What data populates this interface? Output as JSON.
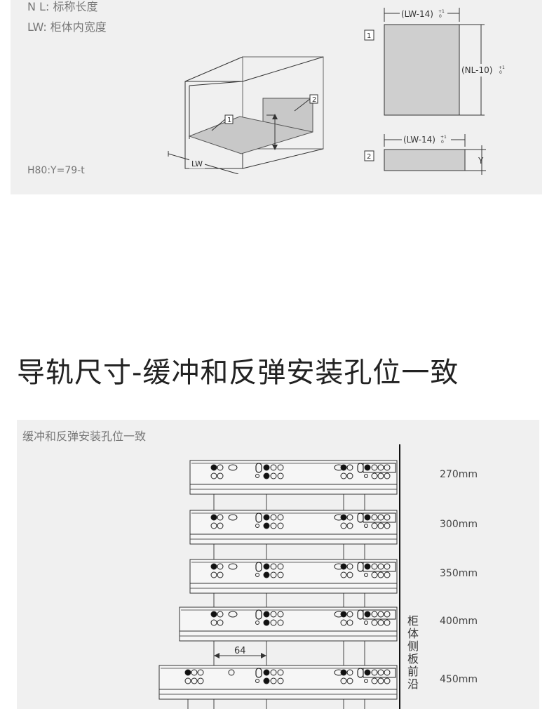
{
  "legend": {
    "nl": "N L: 标称长度",
    "lw": "LW: 柜体内宽度"
  },
  "formula": "H80:Y=79-t",
  "box_diagram": {
    "lw_label": "LW",
    "part1_label": "1",
    "part2_label": "2"
  },
  "panel1": {
    "number": "1",
    "width_label": "(LW-14)",
    "height_label": "(NL-10)",
    "tol_sup": "+1",
    "tol_sub": "0"
  },
  "panel2": {
    "number": "2",
    "width_label": "(LW-14)",
    "height_label": "Y",
    "tol_sup": "+1",
    "tol_sub": "0"
  },
  "headline": "导轨尺寸-缓冲和反弹安装孔位一致",
  "rails": {
    "caption": "缓冲和反弹安装孔位一致",
    "sizes": [
      "270mm",
      "300mm",
      "350mm",
      "400mm",
      "450mm"
    ],
    "spacing_label": "64",
    "front_edge_label": [
      "柜",
      "体",
      "侧",
      "板",
      "前",
      "沿"
    ]
  },
  "colors": {
    "panel_bg": "#f0f0f0",
    "panel_fill": "#cfcfcf",
    "line": "#333333"
  }
}
